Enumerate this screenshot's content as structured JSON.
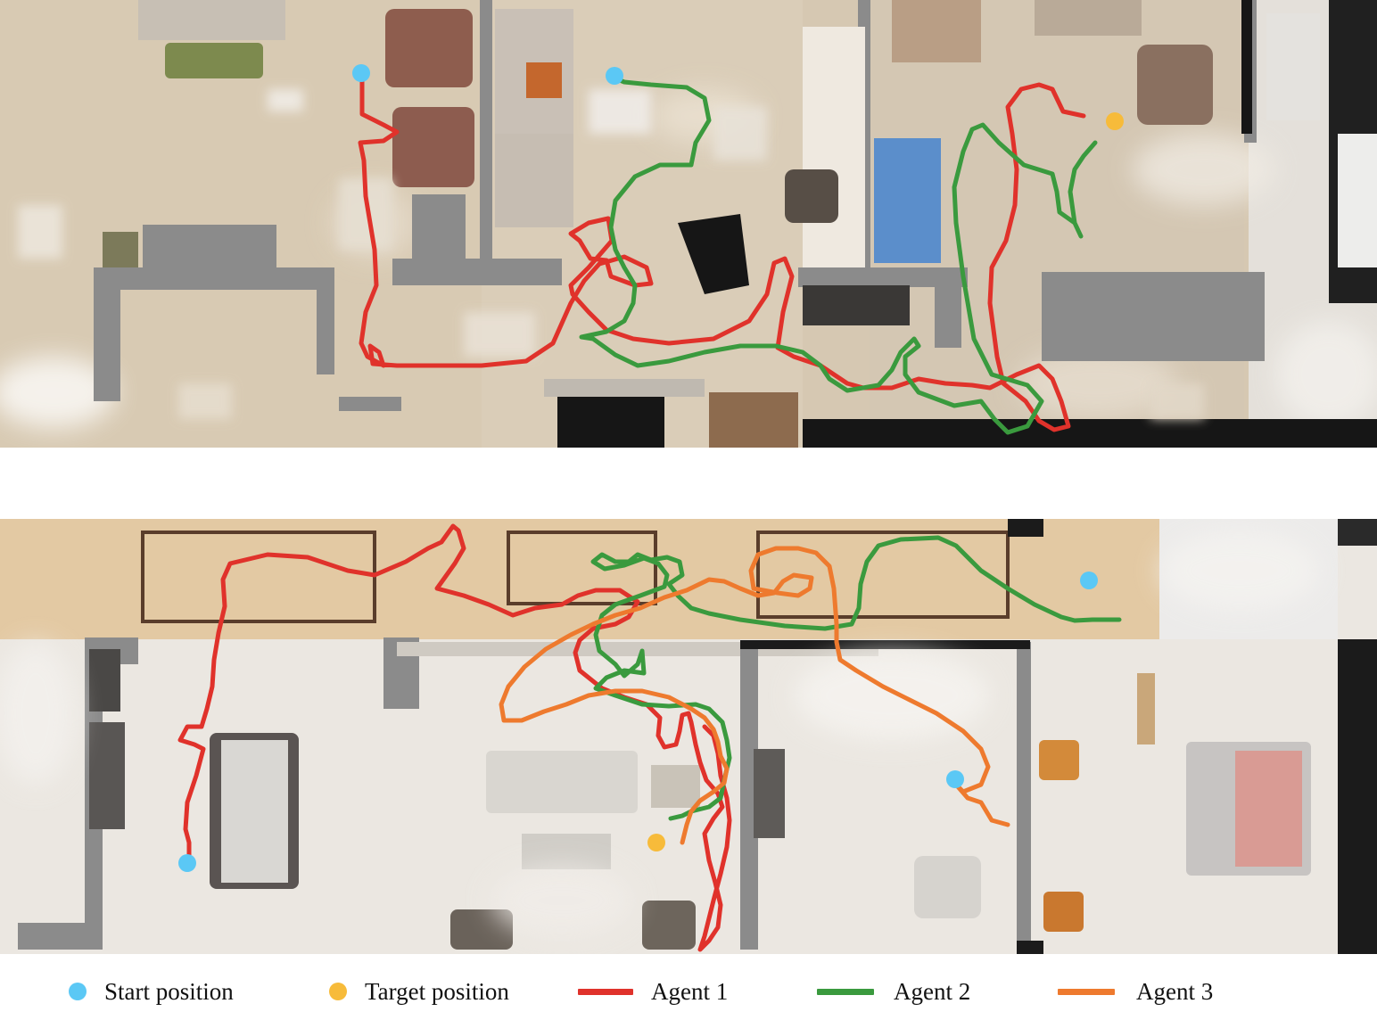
{
  "legend": {
    "start": {
      "label": "Start position",
      "color": "#5bc8f5"
    },
    "target": {
      "label": "Target position",
      "color": "#f7bb3a"
    },
    "agent1": {
      "label": "Agent 1",
      "color": "#e0322b"
    },
    "agent2": {
      "label": "Agent 2",
      "color": "#3a9a3e"
    },
    "agent3": {
      "label": "Agent 3",
      "color": "#ee7a2e"
    }
  },
  "colors": {
    "floor_carpet": "#d9cbb5",
    "floor_wood": "#e2c7a0",
    "floor_white": "#eeeae4",
    "wall": "#8a8a8a",
    "dark": "#1b1b1b"
  },
  "maps": [
    {
      "name": "top-map",
      "agents": [
        "agent1",
        "agent2"
      ]
    },
    {
      "name": "bottom-map",
      "agents": [
        "agent1",
        "agent2",
        "agent3"
      ]
    }
  ]
}
